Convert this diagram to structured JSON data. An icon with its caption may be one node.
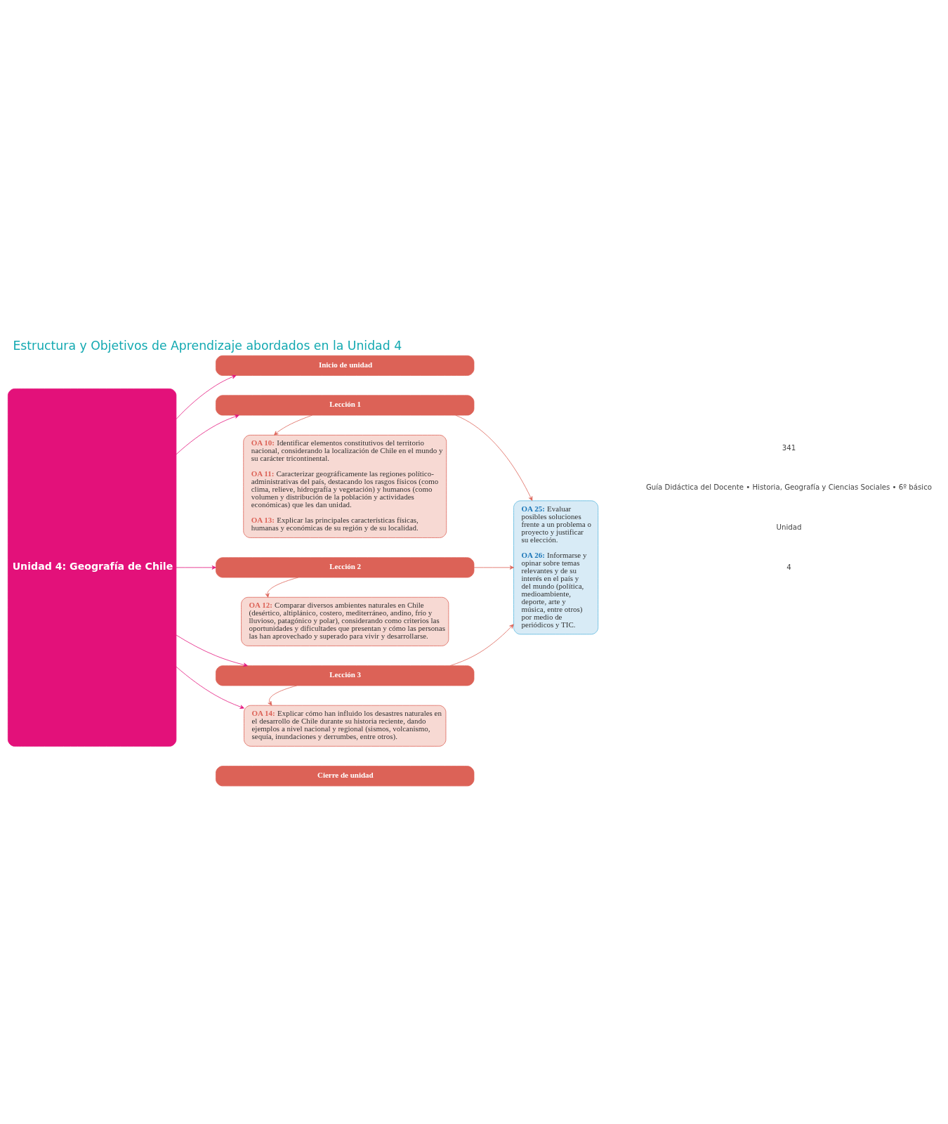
{
  "diagram": {
    "title": "Estructura y Objetivos de Aprendizaje abordados en la Unidad 4",
    "nodes": [
      {
        "text": [
          "Unidad 4: Geografía de Chile"
        ]
      },
      {
        "text": [
          "Inicio de unidad"
        ]
      },
      {
        "text": [
          "Lección 1"
        ]
      },
      {
        "text": [
          "OA 10: Identificar elementos constitutivos del territorio nacional, considerando la localización de Chile en el mundo y su carácter tricontinental.",
          "OA 11: Caracterizar geográficamente las regiones político-administrativas del país, destacando los rasgos físicos (como clima, relieve, hidrografía y vegetación) y humanos (como volumen y distribución de la población y actividades económicas) que les dan unidad.",
          "OA 13: Explicar las principales características físicas, humanas y económicas de su región y de su localidad."
        ]
      },
      {
        "text": [
          "Lección 2"
        ]
      },
      {
        "text": [
          "OA 12: Comparar diversos ambientes naturales en Chile (desértico, altiplánico, costero, mediterráneo, andino, frío y lluvioso, patagónico y polar), considerando como criterios las oportunidades y dificultades que presentan y cómo las personas las han aprovechado y superado para vivir y desarrollarse."
        ]
      },
      {
        "text": [
          "Lección 3"
        ]
      },
      {
        "text": [
          "OA 14: Explicar cómo han influido los desastres naturales en el desarrollo de Chile durante su historia reciente, dando ejemplos a nivel nacional y regional (sismos, volcanismo, sequía, inundaciones y derrumbes, entre otros)."
        ]
      },
      {
        "text": [
          "Cierre de unidad"
        ]
      },
      {
        "text": [
          "OA 25: Evaluar posibles soluciones frente a un problema o proyecto y justificar su elección.",
          "OA 26: Informarse y opinar sobre temas relevantes y de su interés en el país y del mundo (política, medioambiente, deporte, arte y música, entre otros) por medio de periódicos y TIC."
        ]
      }
    ],
    "edges": [
      {
        "from": 0,
        "to": 1,
        "arrow": "to",
        "color": "#e3117a"
      },
      {
        "from": 0,
        "to": 2,
        "arrow": "to",
        "color": "#e3117a"
      },
      {
        "from": 0,
        "to": 4,
        "arrow": "to",
        "color": "#e3117a"
      },
      {
        "from": 0,
        "to": 6,
        "arrow": "to",
        "color": "#e3117a"
      },
      {
        "from": 0,
        "to": 7,
        "arrow": "to",
        "color": "#e3117a"
      },
      {
        "from": 2,
        "to": 3,
        "arrow": "to"
      },
      {
        "from": 4,
        "to": 5,
        "arrow": "to"
      },
      {
        "from": 6,
        "to": 7,
        "arrow": "to"
      },
      {
        "from": 2,
        "to": 9,
        "arrow": "to"
      },
      {
        "from": 4,
        "to": 9,
        "arrow": "to"
      },
      {
        "from": 6,
        "to": 9,
        "arrow": "to"
      }
    ],
    "labels": [
      "4",
      "Unidad",
      "Guía Didáctica del Docente • Historia, Geografía y Ciencias Sociales • 6º básico",
      "341"
    ]
  }
}
